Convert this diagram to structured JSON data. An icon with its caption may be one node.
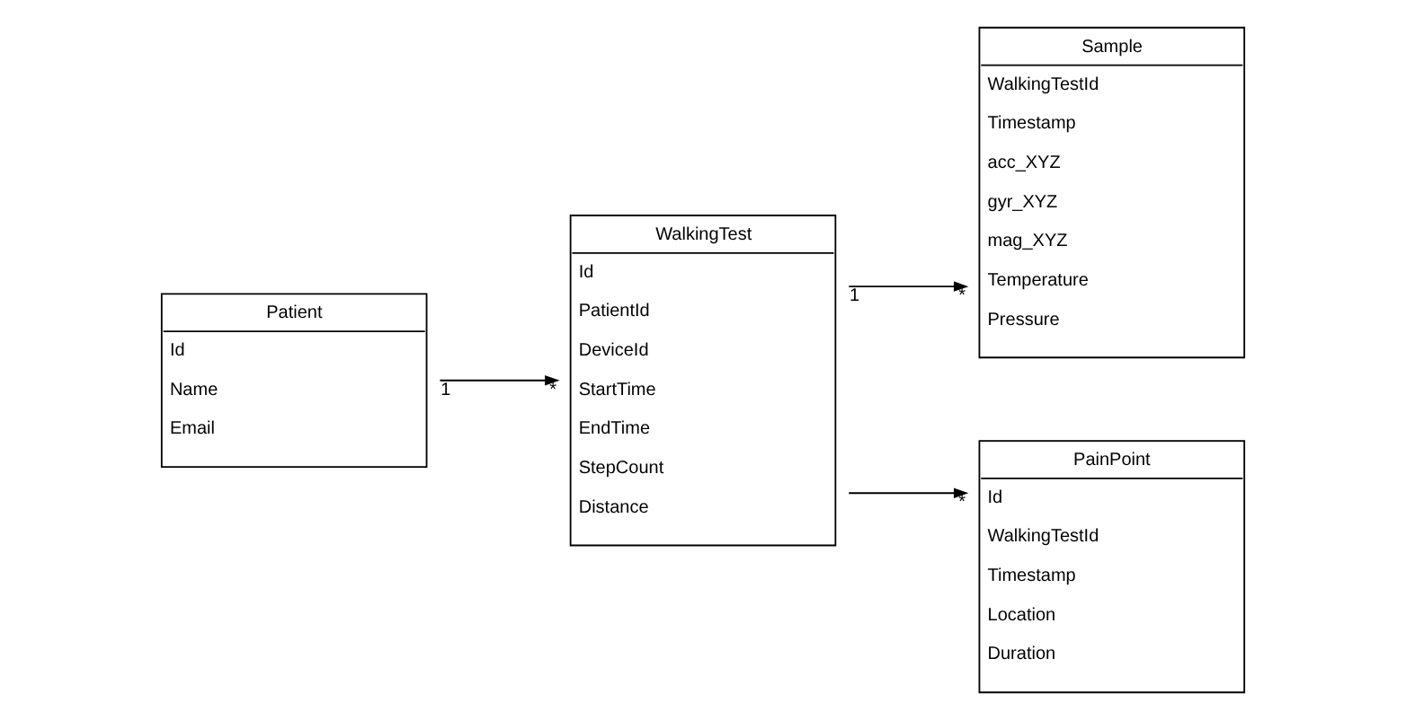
{
  "diagram": {
    "nodes": [
      {
        "text": [
          "Patient",
          "Id",
          "Name",
          "Email"
        ]
      },
      {
        "text": [
          "WalkingTest",
          "Id",
          "PatientId",
          "DeviceId",
          "StartTime",
          "EndTime",
          "StepCount",
          "Distance"
        ]
      },
      {
        "text": [
          "Sample",
          "WalkingTestId",
          "Timestamp",
          "acc_XYZ",
          "gyr_XYZ",
          "mag_XYZ",
          "Temperature",
          "Pressure"
        ]
      },
      {
        "text": [
          "PainPoint",
          "Id",
          "WalkingTestId",
          "Timestamp",
          "Location",
          "Duration"
        ]
      }
    ],
    "edges": [
      {
        "from": 0,
        "to": 1,
        "arrow": "to"
      },
      {
        "from": 1,
        "to": 2,
        "arrow": "to"
      },
      {
        "from": 1,
        "to": 3,
        "arrow": "to"
      }
    ],
    "labels": [
      "1",
      "*",
      "1",
      "*",
      "*"
    ]
  }
}
